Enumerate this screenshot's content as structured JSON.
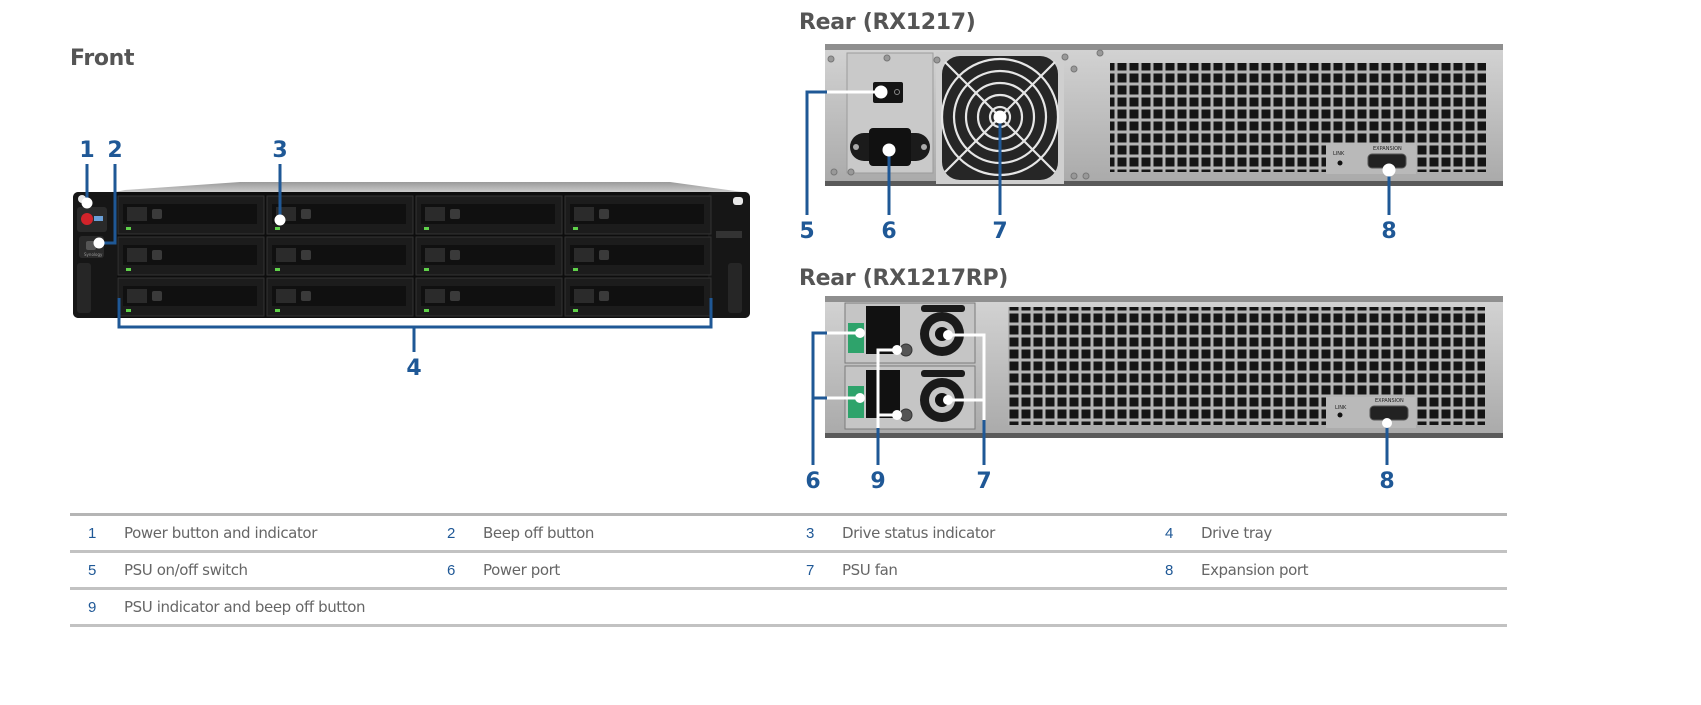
{
  "sections": {
    "front": {
      "title": "Front"
    },
    "rear_rx1217": {
      "title": "Rear (RX1217)"
    },
    "rear_rx1217rp": {
      "title": "Rear (RX1217RP)"
    }
  },
  "callouts": {
    "front": [
      "1",
      "2",
      "3",
      "4"
    ],
    "rear_rx1217": [
      "5",
      "6",
      "7",
      "8"
    ],
    "rear_rx1217rp": [
      "6",
      "9",
      "7",
      "8"
    ]
  },
  "device": {
    "front_drive_bays": 12,
    "rear_port_labels": {
      "link": "LINK",
      "expansion": "EXPANSION"
    }
  },
  "colors": {
    "callout_blue": "#1f5896",
    "heading_gray": "#555555",
    "chassis_black": "#111111",
    "rear_panel_gray": "#b9b9b9",
    "status_led_green": "#5fd14a",
    "power_led_red": "#d2232a"
  },
  "legend": {
    "rows": [
      [
        {
          "num": "1",
          "label": "Power button and indicator"
        },
        {
          "num": "2",
          "label": "Beep off button"
        },
        {
          "num": "3",
          "label": "Drive status indicator"
        },
        {
          "num": "4",
          "label": "Drive tray"
        }
      ],
      [
        {
          "num": "5",
          "label": "PSU on/off switch"
        },
        {
          "num": "6",
          "label": "Power port"
        },
        {
          "num": "7",
          "label": "PSU fan"
        },
        {
          "num": "8",
          "label": "Expansion port"
        }
      ],
      [
        {
          "num": "9",
          "label": "PSU indicator and beep off button"
        }
      ]
    ]
  }
}
